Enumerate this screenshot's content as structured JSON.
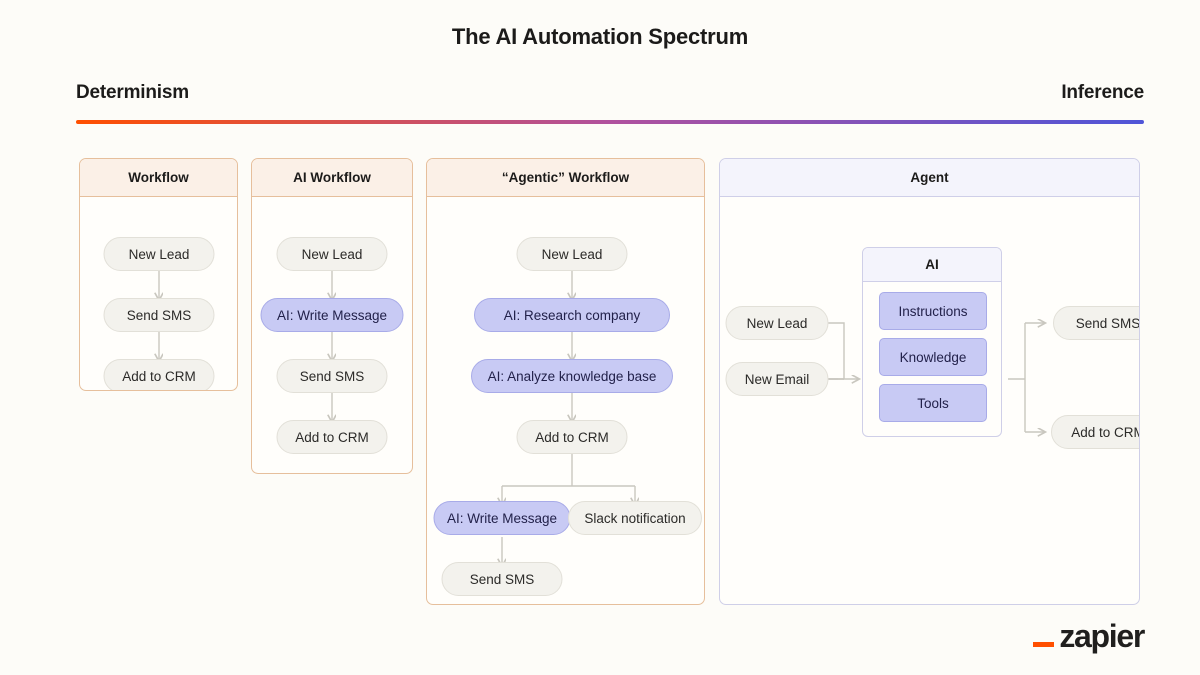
{
  "page": {
    "title": "The AI Automation Spectrum",
    "background_color": "#fdfcf8"
  },
  "spectrum": {
    "left_label": "Determinism",
    "right_label": "Inference",
    "gradient_start": "#ff4f00",
    "gradient_mid": "#b0519e",
    "gradient_end": "#4f55d8"
  },
  "colors": {
    "warm_border": "#e6bf9c",
    "warm_header_bg": "#fbf0e7",
    "cool_border": "#cfcfe8",
    "cool_header_bg": "#f4f4fc",
    "node_bg": "#f3f2ed",
    "node_border": "#e2e0d8",
    "ai_node_bg": "#c8caf4",
    "ai_node_border": "#a8abe8",
    "connector": "#c9c7bf"
  },
  "columns": [
    {
      "id": "workflow",
      "title": "Workflow",
      "style": "warm",
      "nodes": [
        {
          "label": "New Lead",
          "kind": "standard"
        },
        {
          "label": "Send SMS",
          "kind": "standard"
        },
        {
          "label": "Add to CRM",
          "kind": "standard"
        }
      ]
    },
    {
      "id": "ai-workflow",
      "title": "AI Workflow",
      "style": "warm",
      "nodes": [
        {
          "label": "New Lead",
          "kind": "standard"
        },
        {
          "label": "AI: Write Message",
          "kind": "ai"
        },
        {
          "label": "Send SMS",
          "kind": "standard"
        },
        {
          "label": "Add to CRM",
          "kind": "standard"
        }
      ]
    },
    {
      "id": "agentic-workflow",
      "title": "“Agentic” Workflow",
      "style": "warm",
      "nodes": [
        {
          "label": "New Lead",
          "kind": "standard"
        },
        {
          "label": "AI: Research company",
          "kind": "ai"
        },
        {
          "label": "AI: Analyze knowledge base",
          "kind": "ai"
        },
        {
          "label": "Add to CRM",
          "kind": "standard"
        },
        {
          "label": "AI: Write Message",
          "kind": "ai"
        },
        {
          "label": "Slack notification",
          "kind": "standard"
        },
        {
          "label": "Send SMS",
          "kind": "standard"
        }
      ]
    },
    {
      "id": "agent",
      "title": "Agent",
      "style": "cool",
      "inputs": [
        {
          "label": "New Lead"
        },
        {
          "label": "New Email"
        }
      ],
      "ai_box": {
        "title": "AI",
        "blocks": [
          {
            "label": "Instructions"
          },
          {
            "label": "Knowledge"
          },
          {
            "label": "Tools"
          }
        ]
      },
      "outputs": [
        {
          "label": "Send SMS"
        },
        {
          "label": "Add to CRM"
        }
      ]
    }
  ],
  "logo": {
    "wordmark": "zapier",
    "accent_color": "#ff4f00"
  }
}
